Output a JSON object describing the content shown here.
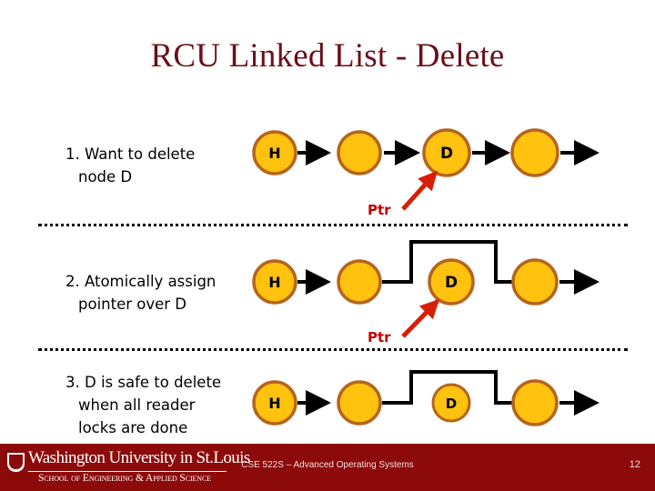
{
  "slide": {
    "title": "RCU Linked List - Delete",
    "title_color": "#6b0f1a"
  },
  "bullets": [
    {
      "id": 1,
      "text": "1. Want to delete\n node D"
    },
    {
      "id": 2,
      "text": "2. Atomically assign\n pointer over D"
    },
    {
      "id": 3,
      "text": "3. D is safe to delete\n when all reader\n locks are done"
    }
  ],
  "diagram": {
    "node_fill": "#FFC20E",
    "node_stroke": "#B5651D",
    "arrow_color": "#000000",
    "pointer_color": "#D81E05",
    "node_labels": {
      "head": "H",
      "delete": "D",
      "blank": ""
    },
    "pointer_label": "Ptr",
    "rows": [
      {
        "id": "row-1",
        "caption_ref": 1,
        "nodes": [
          "H",
          "",
          "D",
          ""
        ],
        "has_bypass": false,
        "has_pointer": true,
        "d_dimmed": false
      },
      {
        "id": "row-2",
        "caption_ref": 2,
        "nodes": [
          "H",
          "",
          "D",
          ""
        ],
        "has_bypass": true,
        "has_pointer": true,
        "d_dimmed": false
      },
      {
        "id": "row-3",
        "caption_ref": 3,
        "nodes": [
          "H",
          "",
          "D",
          ""
        ],
        "has_bypass": true,
        "has_pointer": false,
        "d_dimmed": true
      }
    ]
  },
  "footer": {
    "logo_wordmark": "Washington University in St.Louis",
    "logo_subtitle": "School of Engineering & Applied Science",
    "course": "CSE 522S – Advanced Operating Systems",
    "page_number": "12",
    "bar_color": "#8c0a0a"
  }
}
